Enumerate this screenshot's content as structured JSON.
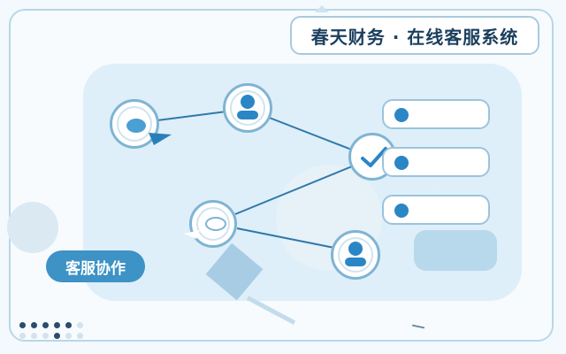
{
  "header": {
    "title": "春天财务 · 在线客服系统"
  },
  "badge": {
    "label": "客服协作"
  },
  "colors": {
    "accent": "#2b86c5",
    "node_border": "#7fb4d3",
    "canvas": "#deeff9",
    "title_text": "#1b3f5e"
  },
  "nodes": [
    {
      "name": "chat-bubble-node",
      "icon": "chat-bubble-icon"
    },
    {
      "name": "agent-node-top",
      "icon": "user-icon"
    },
    {
      "name": "check-hub-node",
      "icon": "checkmark-icon"
    },
    {
      "name": "message-node",
      "icon": "speech-bubble-icon"
    },
    {
      "name": "agent-node-bottom",
      "icon": "user-icon"
    }
  ],
  "list_items": [
    {
      "name": "list-item-1"
    },
    {
      "name": "list-item-2"
    },
    {
      "name": "list-item-3"
    }
  ]
}
